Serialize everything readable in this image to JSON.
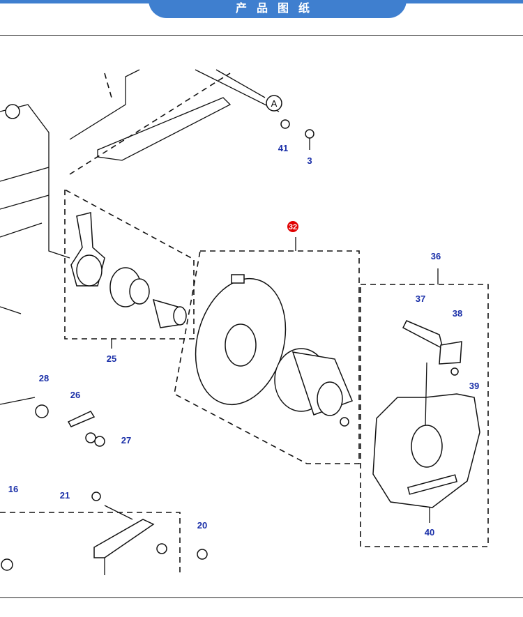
{
  "header": {
    "title": "产品图纸",
    "accent": "#3f7fcf"
  },
  "diagram": {
    "reference_marker": "A",
    "highlight_label": {
      "text": "32",
      "color": "#e00000"
    },
    "label_color": "#1a2fa8",
    "labels": {
      "l41": "41",
      "l3": "3",
      "l36": "36",
      "l37": "37",
      "l38": "38",
      "l39": "39",
      "l25": "25",
      "l28": "28",
      "l26": "26",
      "l27": "27",
      "l16": "16",
      "l21": "21",
      "l20": "20",
      "l40": "40"
    }
  }
}
